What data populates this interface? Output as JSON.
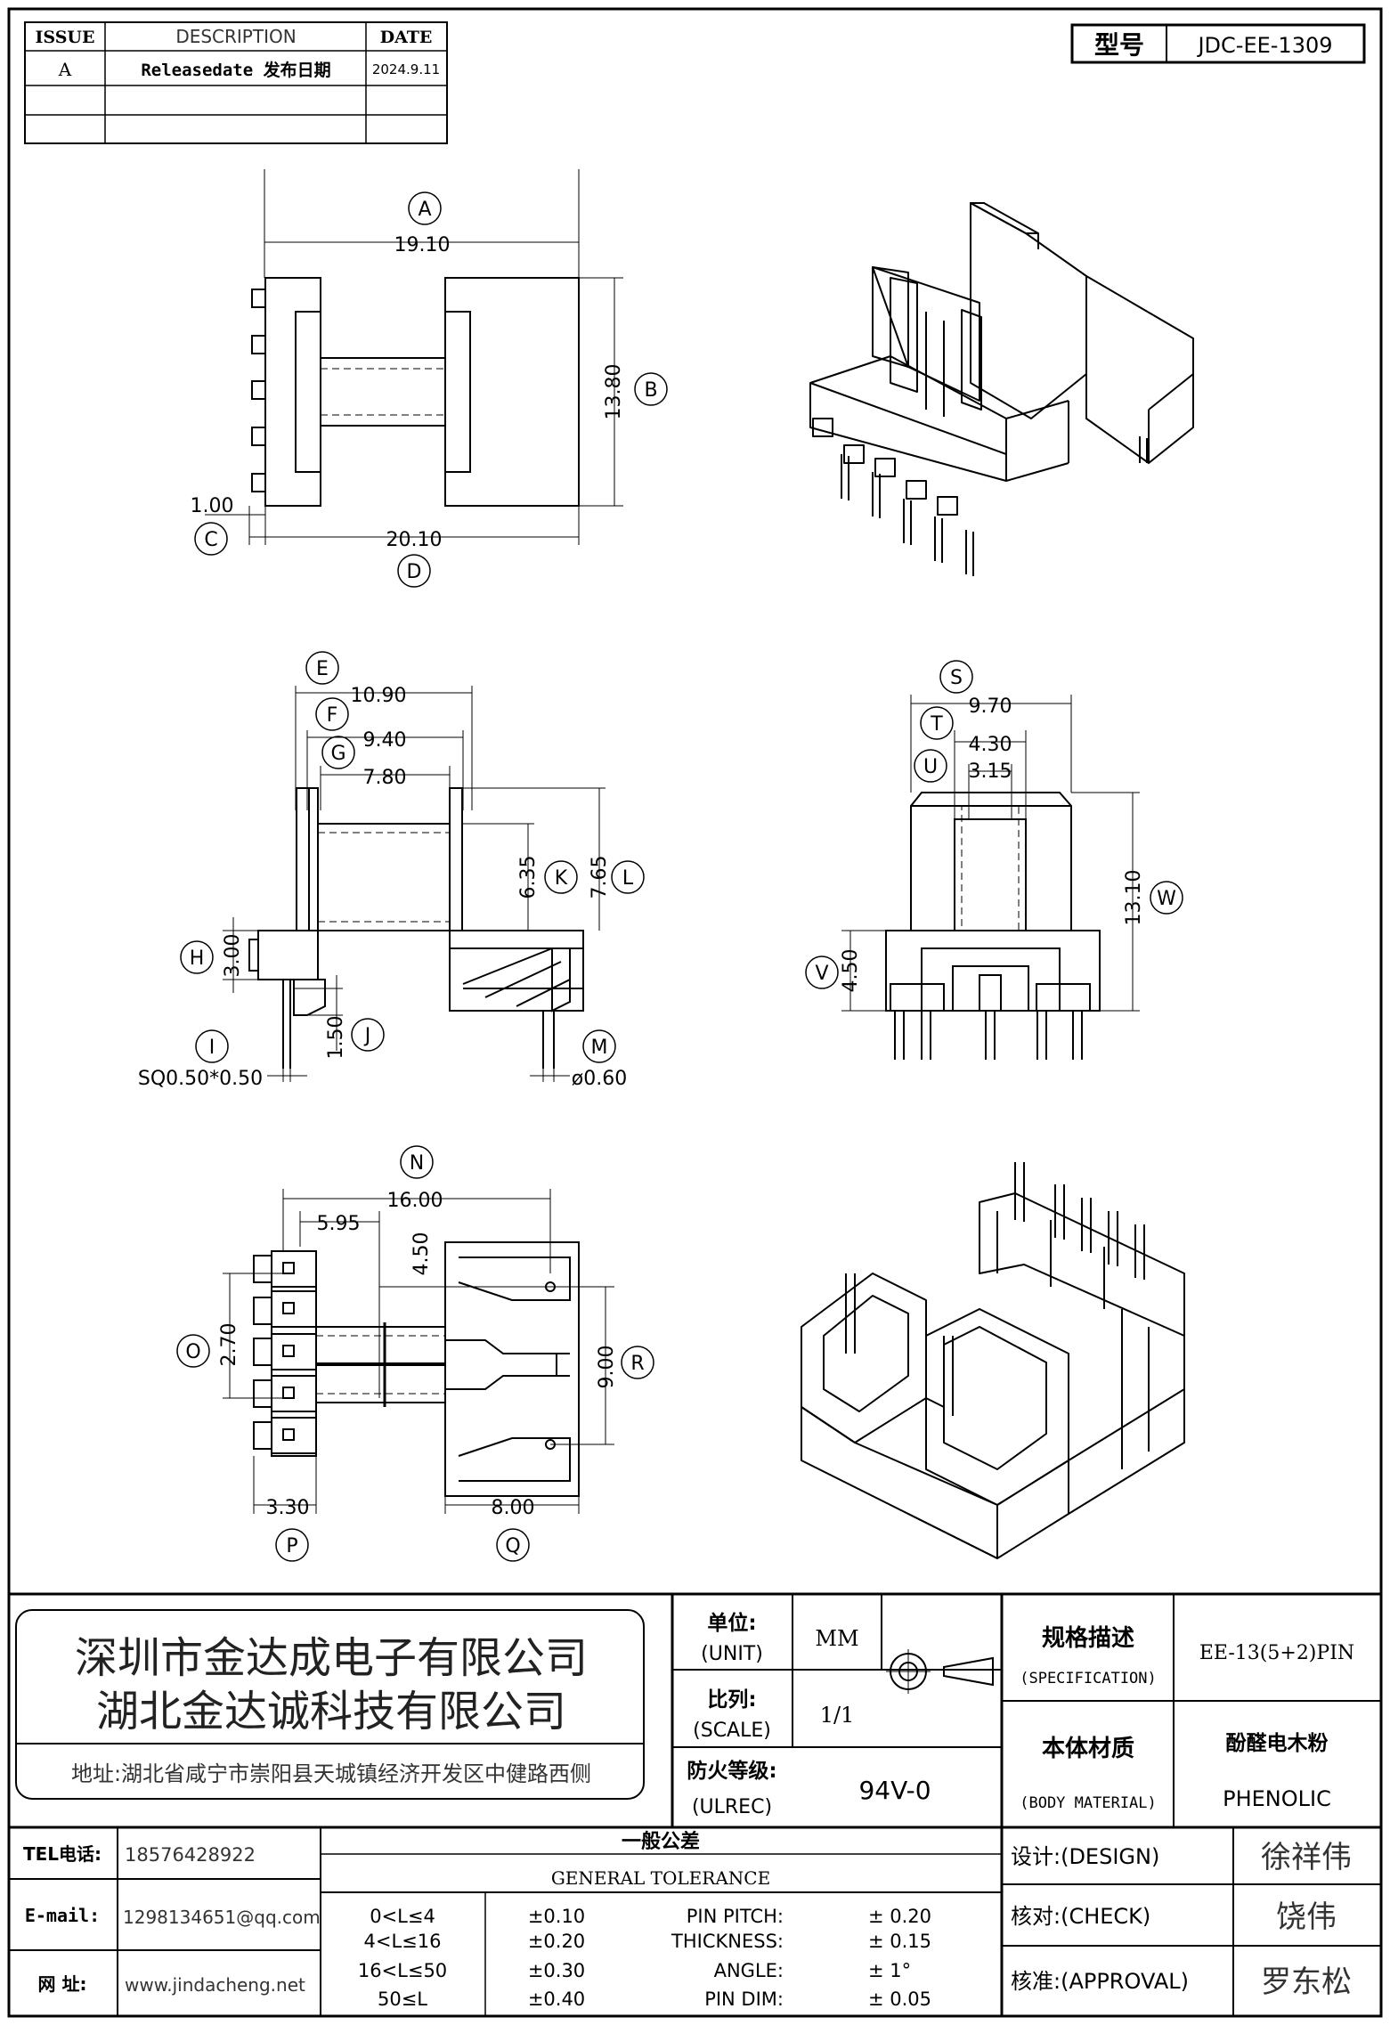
{
  "revision_table": {
    "headers": [
      "ISSUE",
      "DESCRIPTION",
      "DATE"
    ],
    "rows": [
      {
        "issue": "A",
        "description": "Releasedate 发布日期",
        "date": "2024.9.11"
      },
      {
        "issue": "",
        "description": "",
        "date": ""
      },
      {
        "issue": "",
        "description": "",
        "date": ""
      }
    ]
  },
  "model": {
    "label": "型号",
    "value": "JDC-EE-1309"
  },
  "views": {
    "top_view": {
      "dim_A": {
        "letter": "A",
        "value": "19.10"
      },
      "dim_B": {
        "letter": "B",
        "value": "13.80"
      },
      "dim_C": {
        "letter": "C",
        "value": "1.00"
      },
      "dim_D": {
        "letter": "D",
        "value": "20.10"
      }
    },
    "side_view": {
      "dim_E": {
        "letter": "E",
        "value": "10.90"
      },
      "dim_F": {
        "letter": "F",
        "value": "9.40"
      },
      "dim_G": {
        "letter": "G",
        "value": "7.80"
      },
      "dim_H": {
        "letter": "H",
        "value": "3.00"
      },
      "dim_I": {
        "letter": "I",
        "value": "SQ0.50*0.50"
      },
      "dim_J": {
        "letter": "J",
        "value": "1.50"
      },
      "dim_K": {
        "letter": "K",
        "value": "6.35"
      },
      "dim_L": {
        "letter": "L",
        "value": "7.65"
      },
      "dim_M": {
        "letter": "M",
        "value": "ø0.60"
      }
    },
    "front_view": {
      "dim_S": {
        "letter": "S",
        "value": "9.70"
      },
      "dim_T": {
        "letter": "T",
        "value": "4.30"
      },
      "dim_U": {
        "letter": "U",
        "value": "3.15"
      },
      "dim_V": {
        "letter": "V",
        "value": "4.50"
      },
      "dim_W": {
        "letter": "W",
        "value": "13.10"
      }
    },
    "bottom_view": {
      "dim_N": {
        "letter": "N",
        "value": "16.00"
      },
      "dim_5_95": {
        "value": "5.95"
      },
      "dim_4_50": {
        "value": "4.50"
      },
      "dim_O": {
        "letter": "O",
        "value": "2.70"
      },
      "dim_P": {
        "letter": "P",
        "value": "3.30"
      },
      "dim_Q": {
        "letter": "Q",
        "value": "8.00"
      },
      "dim_R": {
        "letter": "R",
        "value": "9.00"
      }
    }
  },
  "title_block": {
    "company_line1": "深圳市金达成电子有限公司",
    "company_line2": "湖北金达诚科技有限公司",
    "address": "地址:湖北省咸宁市崇阳县天城镇经济开发区中健路西侧",
    "unit_cn": "单位:",
    "unit_en": "(UNIT)",
    "unit_value": "MM",
    "scale_cn": "比列:",
    "scale_en": "(SCALE)",
    "scale_value": "1/1",
    "ulrec_cn": "防火等级:",
    "ulrec_en": "(ULREC)",
    "ulrec_value": "94V-0",
    "spec_cn": "规格描述",
    "spec_en": "(SPECIFICATION)",
    "spec_value": "EE-13(5+2)PIN",
    "material_cn": "本体材质",
    "material_en": "(BODY MATERIAL)",
    "material_value_cn": "酚醛电木粉",
    "material_value_en": "PHENOLIC",
    "tel_label": "TEL电话:",
    "tel_value": "18576428922",
    "email_label": "E-mail:",
    "email_value": "1298134651@qq.com",
    "web_label": "网  址:",
    "web_value": "www.jindacheng.net",
    "tolerance_cn": "一般公差",
    "tolerance_en": "GENERAL TOLERANCE",
    "tolerance_rows": [
      {
        "range": "0<L≤4",
        "tol": "±0.10",
        "item": "PIN PITCH:",
        "value": "±  0.20"
      },
      {
        "range": "4<L≤16",
        "tol": "±0.20",
        "item": "THICKNESS:",
        "value": "±  0.15"
      },
      {
        "range": "16<L≤50",
        "tol": "±0.30",
        "item": "ANGLE:",
        "value": "±  1°"
      },
      {
        "range": "50≤L",
        "tol": "±0.40",
        "item": "PIN DIM:",
        "value": "±  0.05"
      }
    ],
    "design_label": "设计:(DESIGN)",
    "design_value": "徐祥伟",
    "check_label": "核对:(CHECK)",
    "check_value": "饶伟",
    "approval_label": "核准:(APPROVAL)",
    "approval_value": "罗东松"
  }
}
